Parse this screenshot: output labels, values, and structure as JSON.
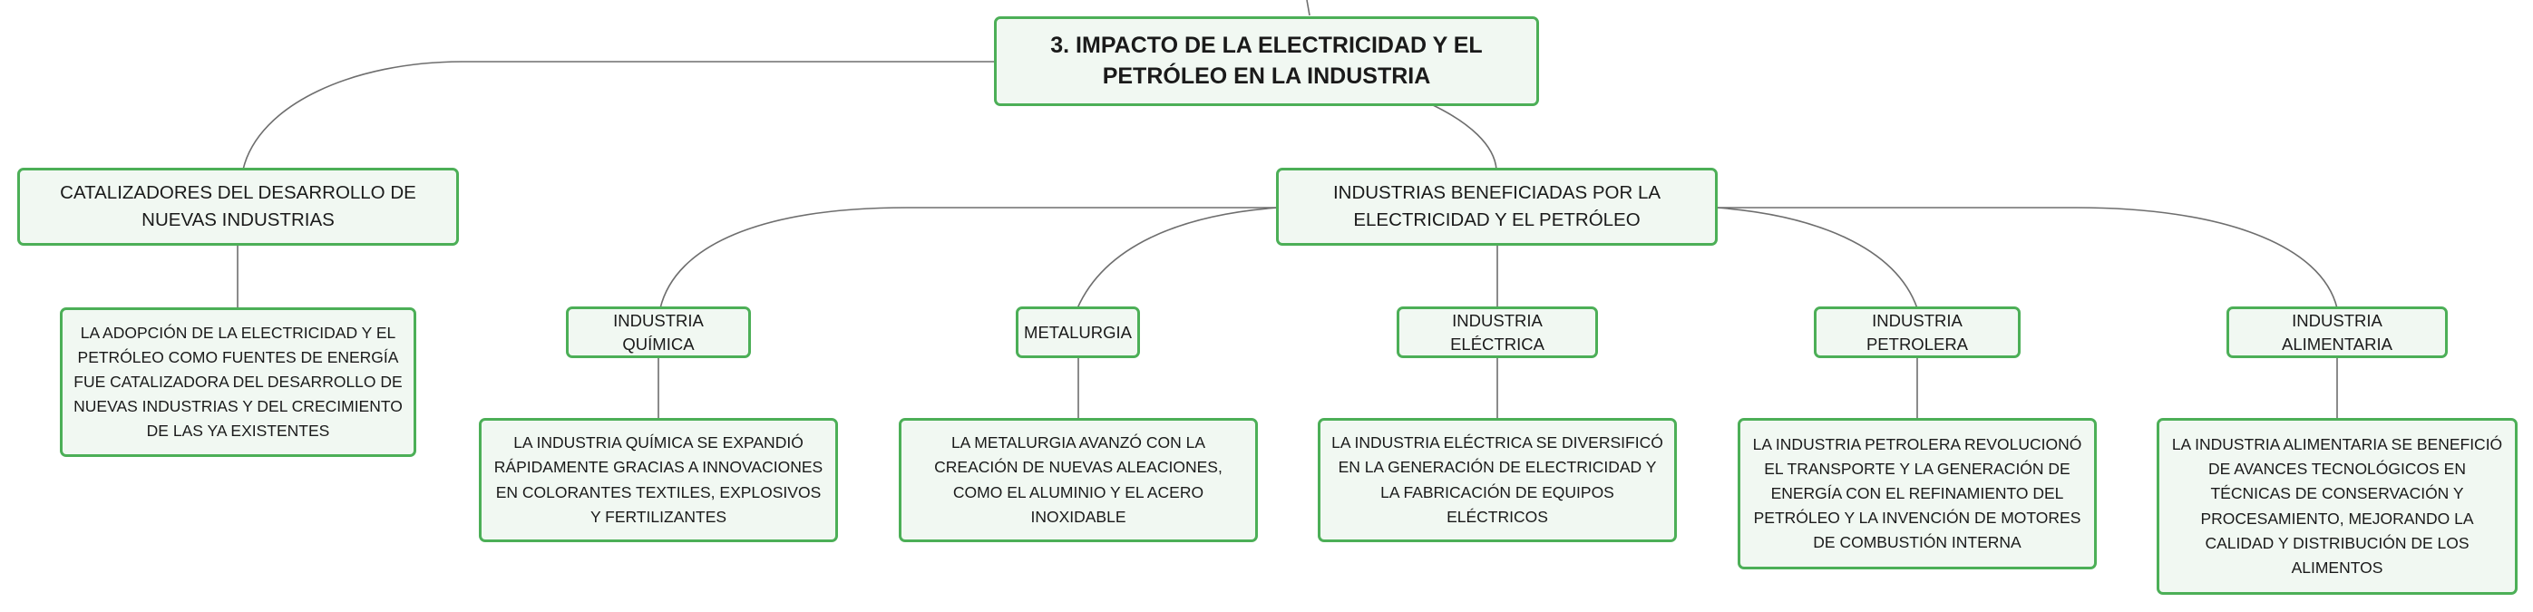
{
  "colors": {
    "node_border": "#4caf57",
    "node_fill": "#f1f8f2",
    "connector": "#6e6e6e"
  },
  "root": {
    "title": "3. IMPACTO DE LA ELECTRICIDAD Y EL PETRÓLEO EN LA INDUSTRIA"
  },
  "branches": [
    {
      "label": "CATALIZADORES DEL DESARROLLO DE NUEVAS INDUSTRIAS",
      "detail": "LA ADOPCIÓN DE LA ELECTRICIDAD Y EL PETRÓLEO COMO FUENTES DE ENERGÍA FUE CATALIZADORA DEL DESARROLLO DE NUEVAS INDUSTRIAS Y DEL CRECIMIENTO DE LAS YA EXISTENTES"
    },
    {
      "label": "INDUSTRIAS BENEFICIADAS POR LA ELECTRICIDAD Y EL PETRÓLEO",
      "children": [
        {
          "label": "INDUSTRIA QUÍMICA",
          "detail": "LA INDUSTRIA QUÍMICA SE EXPANDIÓ RÁPIDAMENTE GRACIAS A INNOVACIONES EN COLORANTES TEXTILES, EXPLOSIVOS Y FERTILIZANTES"
        },
        {
          "label": "METALURGIA",
          "detail": "LA METALURGIA AVANZÓ CON LA CREACIÓN DE NUEVAS ALEACIONES, COMO EL ALUMINIO Y EL ACERO INOXIDABLE"
        },
        {
          "label": "INDUSTRIA ELÉCTRICA",
          "detail": "LA INDUSTRIA ELÉCTRICA SE DIVERSIFICÓ EN LA GENERACIÓN DE ELECTRICIDAD Y LA FABRICACIÓN DE EQUIPOS ELÉCTRICOS"
        },
        {
          "label": "INDUSTRIA PETROLERA",
          "detail": "LA INDUSTRIA PETROLERA REVOLUCIONÓ EL TRANSPORTE Y LA GENERACIÓN DE ENERGÍA CON EL REFINAMIENTO DEL PETRÓLEO Y LA INVENCIÓN DE MOTORES DE COMBUSTIÓN INTERNA"
        },
        {
          "label": "INDUSTRIA ALIMENTARIA",
          "detail": "LA INDUSTRIA ALIMENTARIA SE BENEFICIÓ DE AVANCES TECNOLÓGICOS EN TÉCNICAS DE CONSERVACIÓN Y PROCESAMIENTO, MEJORANDO LA CALIDAD Y DISTRIBUCIÓN DE LOS ALIMENTOS"
        }
      ]
    }
  ]
}
